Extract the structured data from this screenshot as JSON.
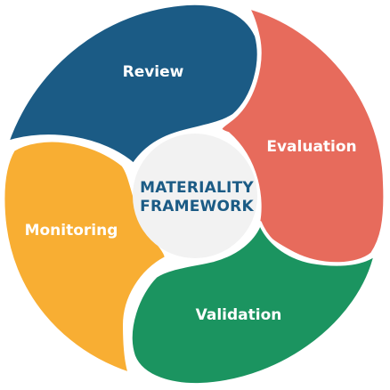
{
  "center": {
    "line1": "MATERIALITY",
    "line2": "FRAMEWORK",
    "text_color": "#1B5B85",
    "fill_color": "#F2F2F2"
  },
  "segments": [
    {
      "id": "review",
      "label": "Review",
      "color": "#1B5B85"
    },
    {
      "id": "evaluation",
      "label": "Evaluation",
      "color": "#E76B5C"
    },
    {
      "id": "validation",
      "label": "Validation",
      "color": "#1B9460"
    },
    {
      "id": "monitoring",
      "label": "Monitoring",
      "color": "#F8AE33"
    }
  ]
}
